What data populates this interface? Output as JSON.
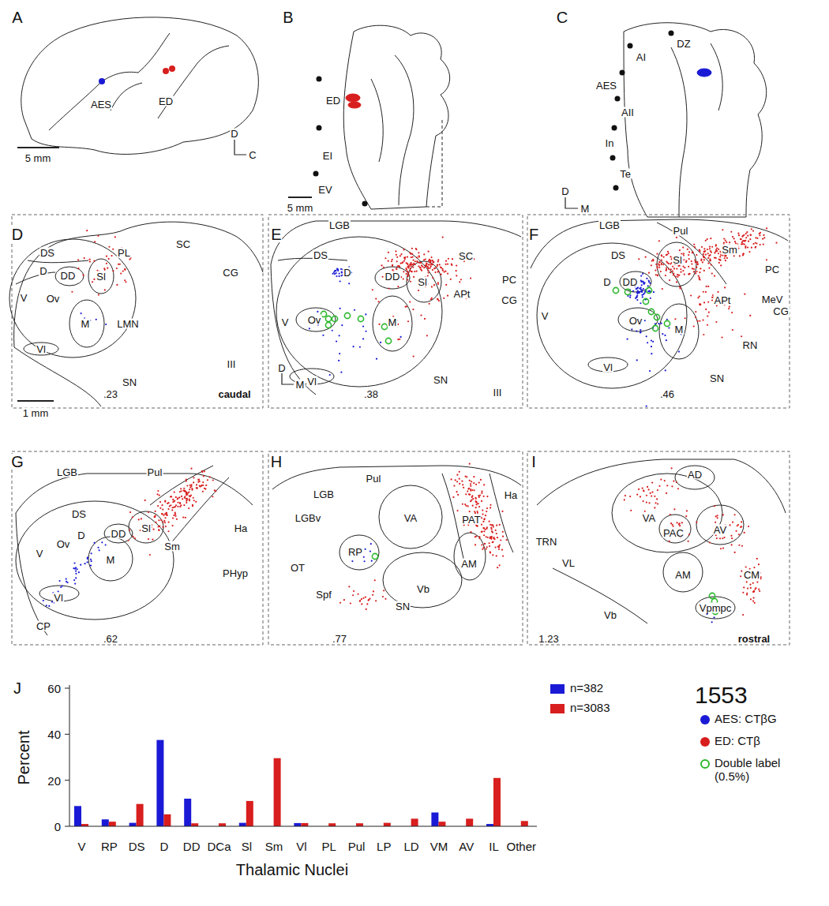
{
  "diagram": {
    "title": "1553",
    "labels": [
      "A",
      "AES",
      "ED",
      "5 mm",
      "D",
      "C",
      "B",
      "ED",
      "EI",
      "EV",
      "5 mm",
      "C",
      "AI",
      "DZ",
      "AES",
      "AII",
      "In",
      "Te",
      "D",
      "M",
      "D",
      "DS",
      "D",
      "DD",
      "Sl",
      "PL",
      "SC",
      "CG",
      "V",
      "Ov",
      "M",
      "LMN",
      "Vl",
      "III",
      "SN",
      ".23",
      "caudal",
      "1 mm",
      "E",
      "LGB",
      "DS",
      "D",
      "DD",
      "Sl",
      "APt",
      "SC",
      "PC",
      "CG",
      "V",
      "Ov",
      "M",
      "Vl",
      "D",
      "M",
      "SN",
      "III",
      ".38",
      "F",
      "LGB",
      "Pul",
      "Sm",
      "DS",
      "Sl",
      "D",
      "DD",
      "APt",
      "PC",
      "MeV",
      "CG",
      "V",
      "Ov",
      "M",
      "Vl",
      "RN",
      "SN",
      ".46",
      "G",
      "LGB",
      "Pul",
      "Ha",
      "DS",
      "D",
      "DD",
      "Sl",
      "Sm",
      "PHyp",
      "V",
      "Ov",
      "M",
      "Vl",
      "CP",
      ".62",
      "H",
      "Pul",
      "LGB",
      "LGBv",
      "Ha",
      "PAT",
      "VA",
      "AM",
      "OT",
      "RP",
      "Vb",
      "Spf",
      "SN",
      ".77",
      "I",
      "AD",
      "VA",
      "PAC",
      "AV",
      "TRN",
      "VL",
      "AM",
      "CM",
      "Vb",
      "Vpmpc",
      "1.23",
      "rostral",
      "J",
      "60",
      "40",
      "20",
      "0",
      "Percent",
      "Thalamic Nuclei",
      "V",
      "RP",
      "DS",
      "D",
      "DD",
      "DCa",
      "Sl",
      "Sm",
      "Vl",
      "PL",
      "Pul",
      "LP",
      "LD",
      "VM",
      "AV",
      "IL",
      "Other"
    ],
    "legend": [
      {
        "text": "n=382",
        "color": "#1a1ad6"
      },
      {
        "text": "n=3083",
        "color": "#d81e1e"
      },
      {
        "text": "AES: CTβG",
        "color": "#1a1ad6"
      },
      {
        "text": "ED: CTβ",
        "color": "#d81e1e"
      },
      {
        "text": "Double label (0.5%)"
      }
    ]
  }
}
